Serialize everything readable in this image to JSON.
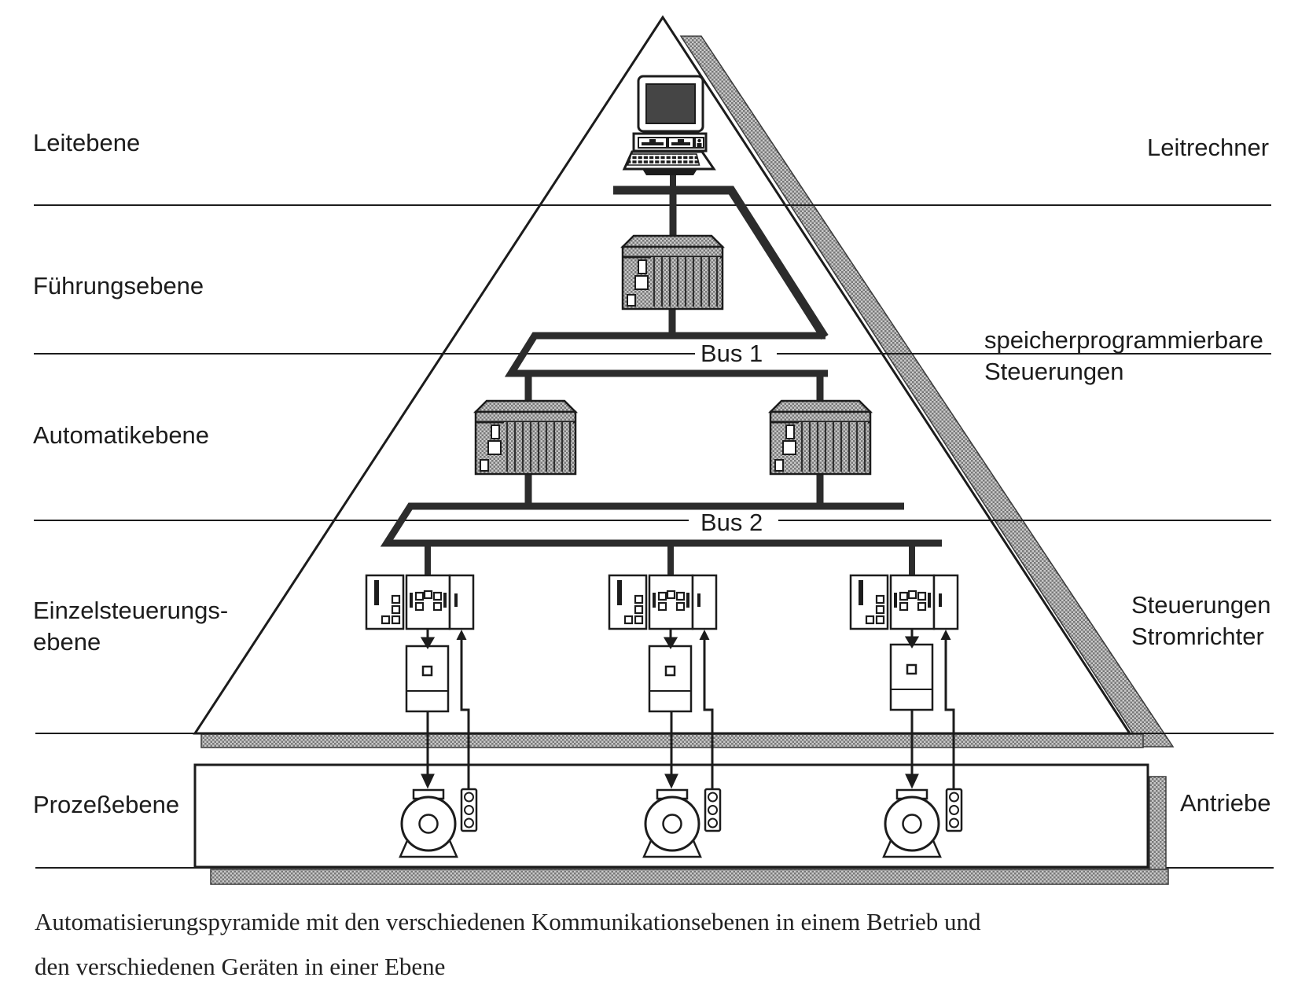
{
  "title": "Automatisierungspyramide",
  "labels": {
    "leitebene": "Leitebene",
    "fuehrungsebene": "Führungsebene",
    "automatikebene": "Automatikebene",
    "einzelsteuerung_line1": "Einzelsteuerungs-",
    "einzelsteuerung_line2": "ebene",
    "prozessebene": "Prozeßebene",
    "leitrechner": "Leitrechner",
    "sps_line1": "speicherprogrammierbare",
    "sps_line2": "Steuerungen",
    "steuerungen": "Steuerungen",
    "stromrichter": "Stromrichter",
    "antriebe": "Antriebe",
    "bus1": "Bus 1",
    "bus2": "Bus 2"
  },
  "caption": {
    "line1": "Automatisierungspyramide mit den verschiedenen Kommunikationsebenen in einem Betrieb und",
    "line2": "den verschiedenen Geräten in einer Ebene"
  },
  "icons": [
    "leitrechner-computer-icon",
    "plc-icon",
    "controller-group-icon",
    "converter-icon",
    "motor-icon",
    "tacho-icon"
  ],
  "colors": {
    "ink": "#1c1c1c",
    "connector": "#2c2c2c",
    "halftone_light": "#c9c9c9",
    "halftone_dark": "#787878",
    "screen": "#454545"
  }
}
